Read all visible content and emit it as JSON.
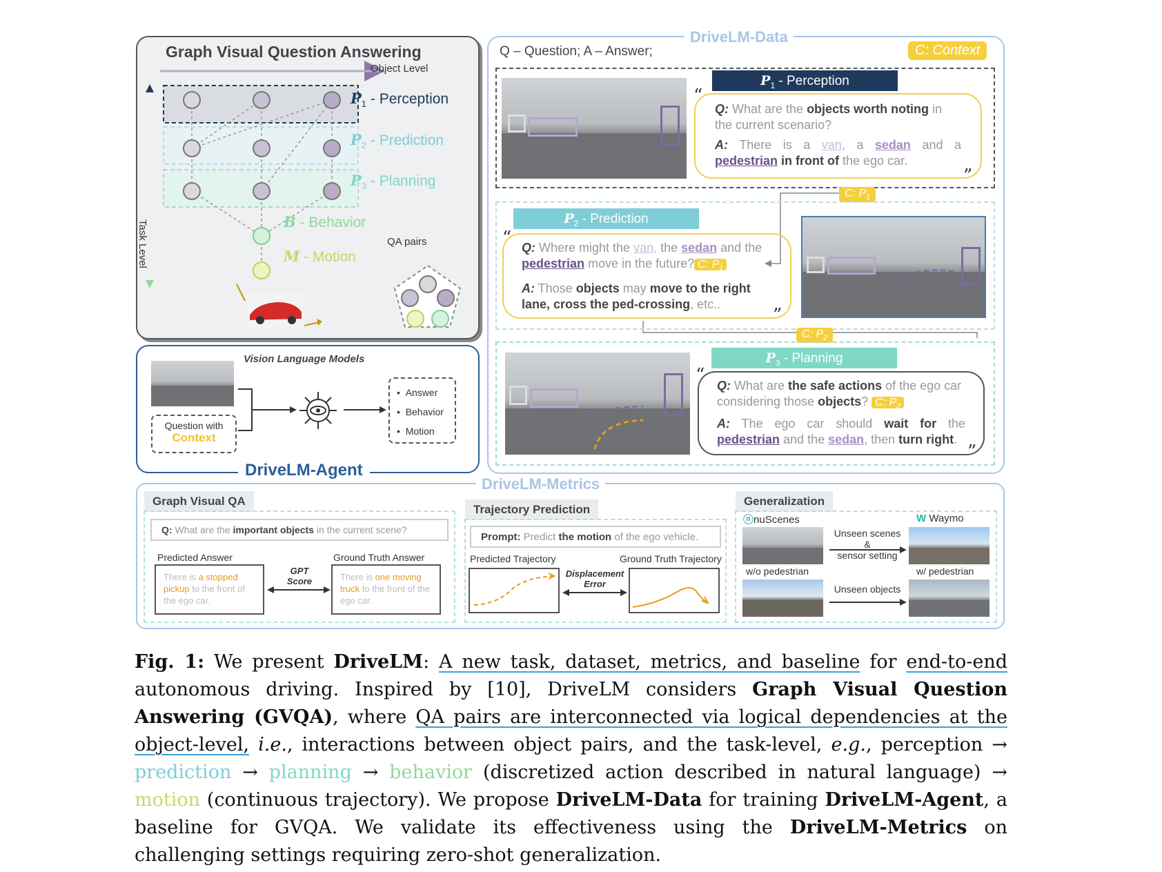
{
  "gvqa": {
    "title": "Graph Visual Question Answering",
    "object_level": "Object Level",
    "task_level": "Task Level",
    "p1": "P",
    "p1_sub": "1",
    "p1_label": " - Perception",
    "p2": "P",
    "p2_sub": "2",
    "p2_label": " - Prediction",
    "p3": "P",
    "p3_sub": "3",
    "p3_label": " - Planning",
    "b": "B",
    "b_label": " - Behavior",
    "m": "M",
    "m_label": " - Motion",
    "qa_pairs": "QA pairs"
  },
  "agent": {
    "vlm": "Vision Language Models",
    "question_with": "Question with",
    "context": "Context",
    "outputs": [
      "Answer",
      "Behavior",
      "Motion"
    ],
    "label": "DriveLM-Agent"
  },
  "data": {
    "label": "DriveLM-Data",
    "legend": "Q – Question; A – Answer;",
    "context_tag": "C: Context",
    "p1_header_p": "P",
    "p1_header_sub": "1",
    "p1_header": " - Perception",
    "p2_header_p": "P",
    "p2_header_sub": "2",
    "p2_header": " - Prediction",
    "p3_header_p": "P",
    "p3_header_sub": "3",
    "p3_header": " - Planning",
    "ctx_p1": "C: P",
    "ctx_p1_sub": "1",
    "ctx_p2": "C: P",
    "ctx_p2_sub": "2",
    "open_quote": "“",
    "close_quote": "”",
    "q_label": "Q:",
    "a_label": "A:",
    "q1_pre": " What are the ",
    "q1_bold": "objects worth noting",
    "q1_post": " in the current scenario?",
    "a1_pre": " There is a ",
    "a1_van": "van",
    "a1_mid1": ", a ",
    "a1_sedan": "sedan",
    "a1_mid2": " and a ",
    "a1_ped": "pedestrian",
    "a1_bold": " in front of",
    "a1_post": " the ego car.",
    "q2_pre": " Where might the ",
    "q2_van": "van,",
    "q2_mid1": " the ",
    "q2_sedan": "sedan",
    "q2_mid2": " and the ",
    "q2_ped": "pedestrian",
    "q2_post": " move in the future?",
    "a2_pre": " Those ",
    "a2_b1": "objects",
    "a2_mid": " may ",
    "a2_b2": "move to the right lane, cross the ped-crossing",
    "a2_post": ", etc..",
    "q3_pre": " What are ",
    "q3_bold": "the safe actions",
    "q3_mid": " of the ego car considering those ",
    "q3_b2": "objects",
    "q3_post": "?",
    "a3_pre": " The ego car should ",
    "a3_bold": "wait for",
    "a3_mid1": " the ",
    "a3_ped": "pedestrian",
    "a3_mid2": " and the ",
    "a3_sedan": "sedan",
    "a3_mid3": ", then ",
    "a3_b2": "turn right",
    "a3_post": "."
  },
  "metrics": {
    "label": "DriveLM-Metrics",
    "gvqa_title": "Graph Visual QA",
    "gvqa_q_label": "Q:",
    "gvqa_q_pre": " What are the ",
    "gvqa_q_bold": "important objects",
    "gvqa_q_post": " in the current scene?",
    "pred_answer": "Predicted Answer",
    "gt_answer": "Ground Truth Answer",
    "pred_text_pre": "There is ",
    "pred_text_hl": "a stopped pickup",
    "pred_text_post": " to the front of the ego car.",
    "gt_text_pre": "There is ",
    "gt_text_hl": "one moving truck",
    "gt_text_post": " to the front of the ego car.",
    "gpt": "GPT",
    "score": "Score",
    "traj_title": "Trajectory Prediction",
    "prompt_label": "Prompt:",
    "prompt_pre": " Predict ",
    "prompt_bold": "the motion",
    "prompt_post": " of the ego vehicle.",
    "pred_traj": "Predicted Trajectory",
    "gt_traj": "Ground Truth Trajectory",
    "displacement": "Displacement",
    "error": "Error",
    "gen_title": "Generalization",
    "nuscenes": "nuScenes",
    "waymo": "Waymo",
    "unseen_scenes": "Unseen scenes",
    "amp": "&",
    "sensor_setting": "sensor setting",
    "wo_ped": "w/o pedestrian",
    "w_ped": "w/ pedestrian",
    "unseen_objects": "Unseen objects"
  },
  "caption": {
    "fig": "Fig. 1:",
    "s1": " We present ",
    "drivelm": "DriveLM",
    "s2": ": ",
    "u1": "A new task, dataset, metrics, and baseline",
    "s3": " for ",
    "u2": "end-to-end",
    "s4": " autonomous driving. Inspired by [10], DriveLM considers ",
    "b1": "Graph Visual Question Answering (GVQA)",
    "s5": ", where ",
    "u3": "QA pairs are interconnected via logical dependencies at the object-level,",
    "s6": " ",
    "ie": "i.e.",
    "s7": ", interactions between object pairs, and the task-level, ",
    "eg": "e.g.",
    "s8": ", perception → ",
    "pred": "prediction",
    "arr1": " → ",
    "plan": "planning",
    "arr2": " → ",
    "beh": "behavior",
    "s9": " (discretized action described in natural language) → ",
    "mot": "motion",
    "s10": " (continuous trajectory). We propose ",
    "b2": "DriveLM-Data",
    "s11": " for training ",
    "b3": "DriveLM-Agent",
    "s12": ", a baseline for GVQA. We validate its effectiveness using the ",
    "b4": "DriveLM-Metrics",
    "s13": " on challenging settings requiring zero-shot generalization."
  },
  "colors": {
    "perception": "#1f3a5c",
    "prediction": "#7fcdd6",
    "planning": "#7fd8c5",
    "behavior": "#8fd898",
    "motion": "#c6d866",
    "context": "#f6cf3c",
    "agent_blue": "#2a5f96",
    "metrics_blue": "#a8c6e6"
  }
}
